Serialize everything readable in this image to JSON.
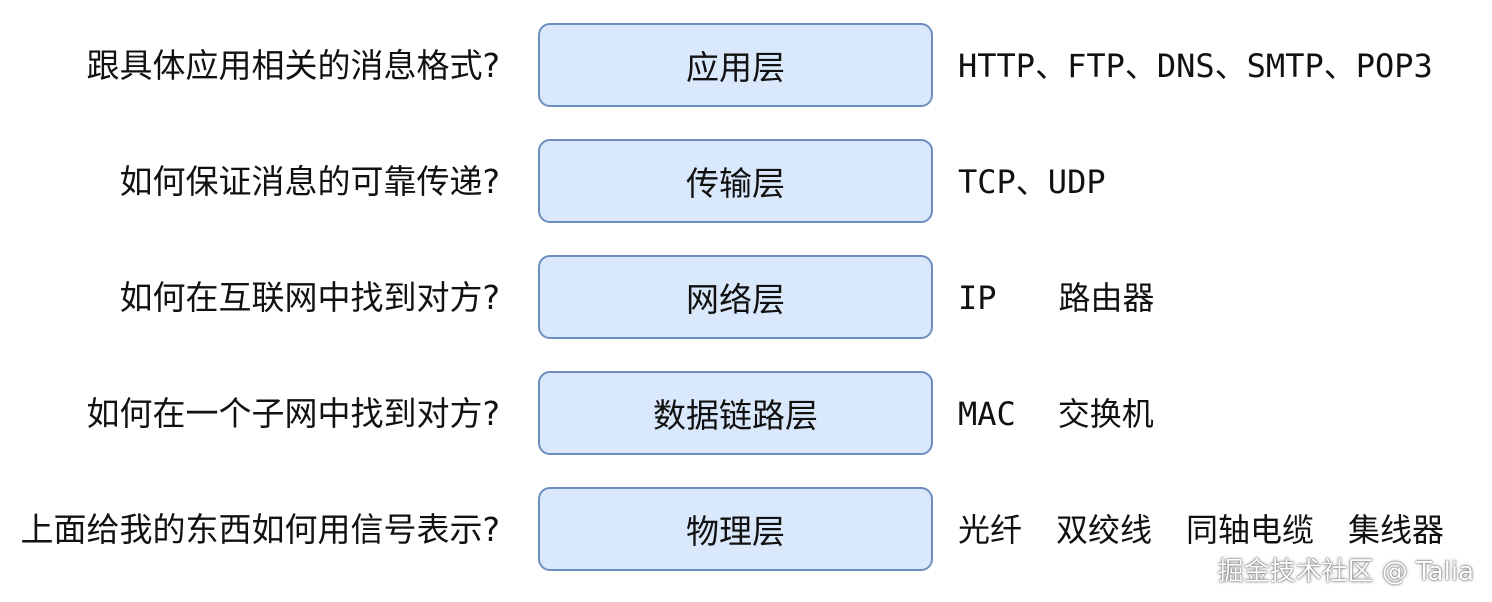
{
  "rows": [
    {
      "question": "跟具体应用相关的消息格式?",
      "layer": "应用层",
      "items": [
        "HTTP、FTP、DNS、SMTP、POP3"
      ]
    },
    {
      "question": "如何保证消息的可靠传递?",
      "layer": "传输层",
      "items": [
        "TCP、UDP"
      ]
    },
    {
      "question": "如何在互联网中找到对方?",
      "layer": "网络层",
      "items": [
        "IP",
        "路由器"
      ]
    },
    {
      "question": "如何在一个子网中找到对方?",
      "layer": "数据链路层",
      "items": [
        "MAC",
        "交换机"
      ]
    },
    {
      "question": "上面给我的东西如何用信号表示?",
      "layer": "物理层",
      "items": [
        "光纤",
        "双绞线",
        "同轴电缆",
        "集线器"
      ]
    }
  ],
  "colors": {
    "box_fill": "#dae8fc",
    "box_border": "#6c8ebf"
  },
  "watermark": "掘金技术社区 @ Talia"
}
